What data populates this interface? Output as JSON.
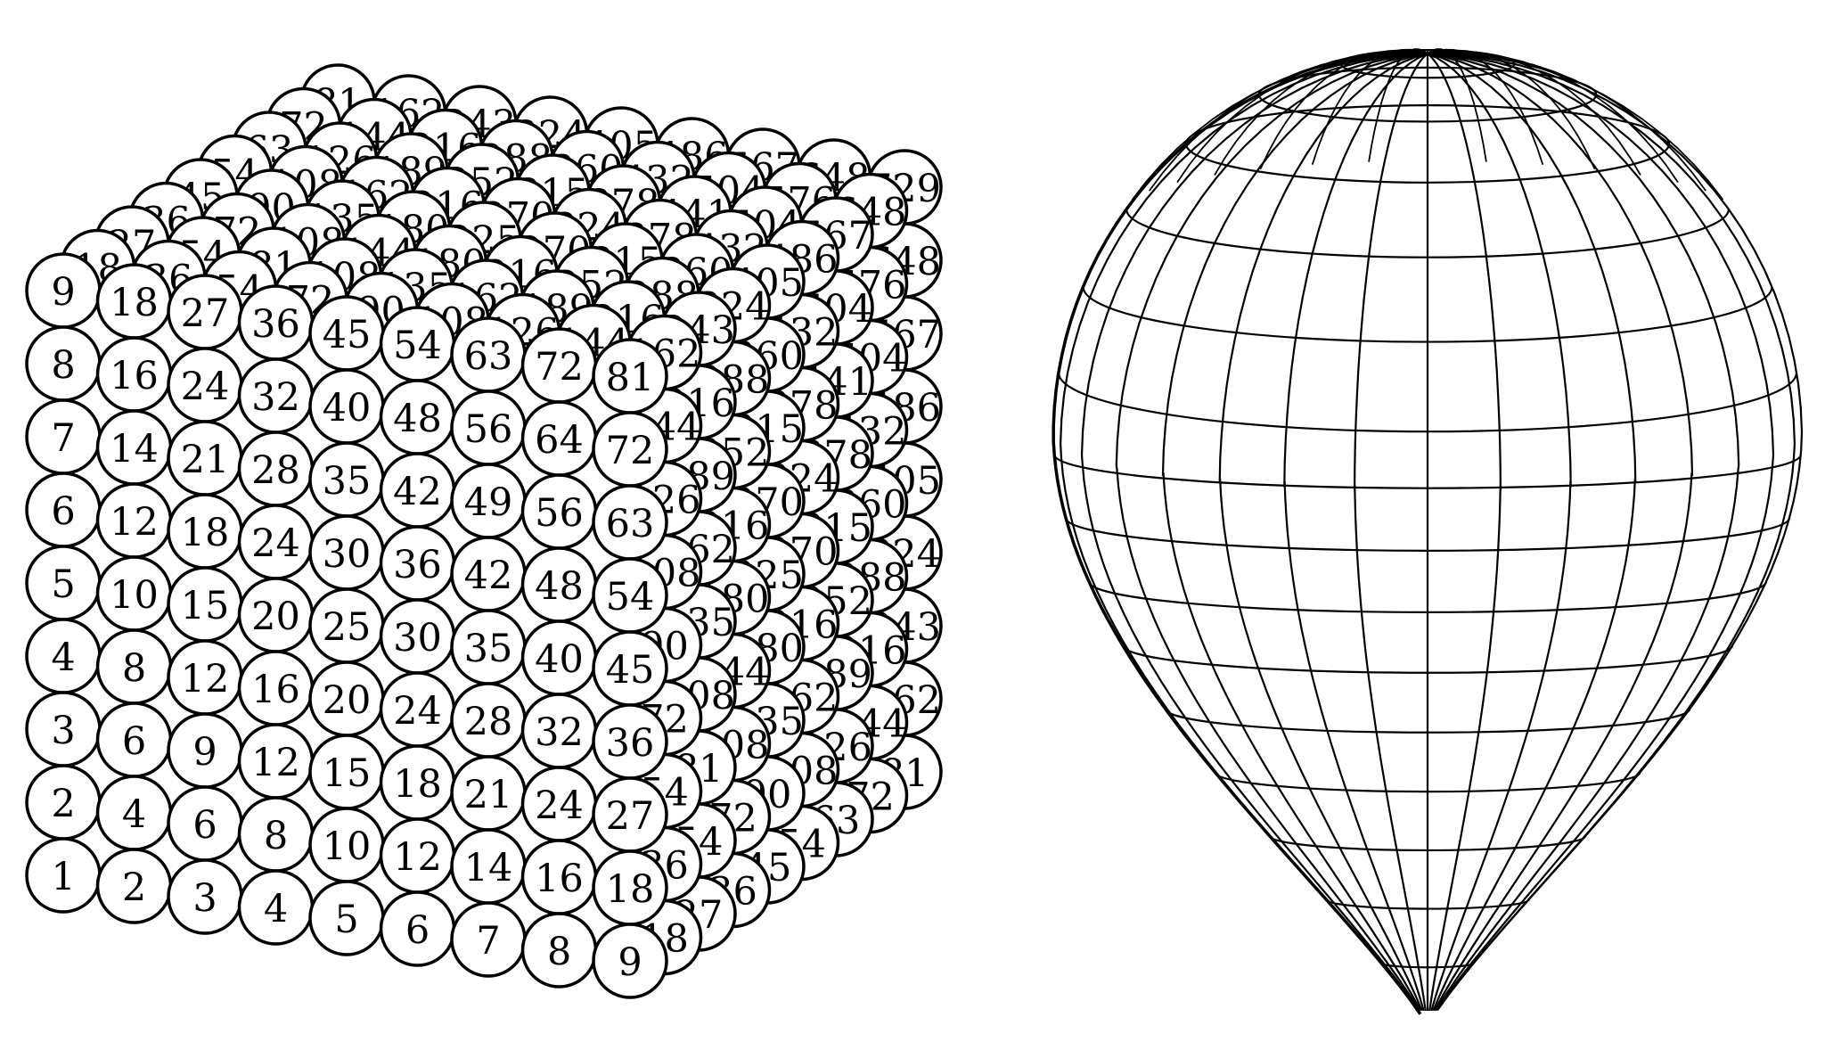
{
  "figure": {
    "cube": {
      "size": 9,
      "label_rule": "product of row, column and layer indices",
      "colors": {
        "fill": "#ffffff",
        "stroke": "#000000",
        "text": "#000000"
      }
    },
    "balloon": {
      "meridians": 32,
      "parallels": 16,
      "colors": {
        "stroke": "#000000",
        "background": "#ffffff"
      }
    }
  }
}
